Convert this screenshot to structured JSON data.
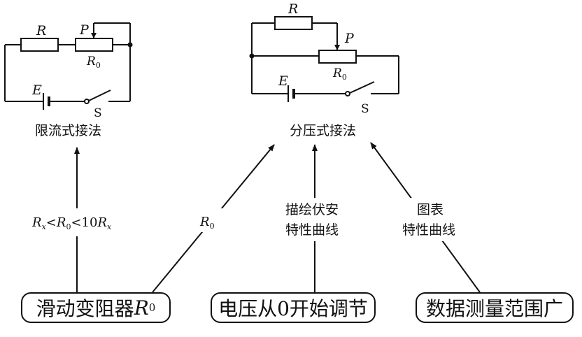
{
  "circuit_left": {
    "label_R": "R",
    "label_P": "P",
    "label_R0": "R",
    "label_R0_sub": "0",
    "label_E": "E",
    "label_S": "S",
    "caption": "限流式接法"
  },
  "circuit_right": {
    "label_R": "R",
    "label_P": "P",
    "label_R0": "R",
    "label_R0_sub": "0",
    "label_E": "E",
    "label_S": "S",
    "caption": "分压式接法"
  },
  "arrow_labels": {
    "condition_left": {
      "a": "R",
      "a_sub": "x",
      "lt1": "<",
      "b": "R",
      "b_sub": "0",
      "lt2": "<",
      "c_num": "10",
      "c": "R",
      "c_sub": "x"
    },
    "condition_r0": {
      "a": "R",
      "a_sub": "0"
    },
    "vi_line1": "描绘伏安",
    "vi_line2": "特性曲线",
    "chart_line1": "图表",
    "chart_line2": "特性曲线"
  },
  "boxes": {
    "rheostat_text": "滑动变阻器",
    "rheostat_symbol": "R",
    "rheostat_sub": "0",
    "voltage_zero": "电压从0开始调节",
    "wide_range": "数据测量范围广"
  }
}
